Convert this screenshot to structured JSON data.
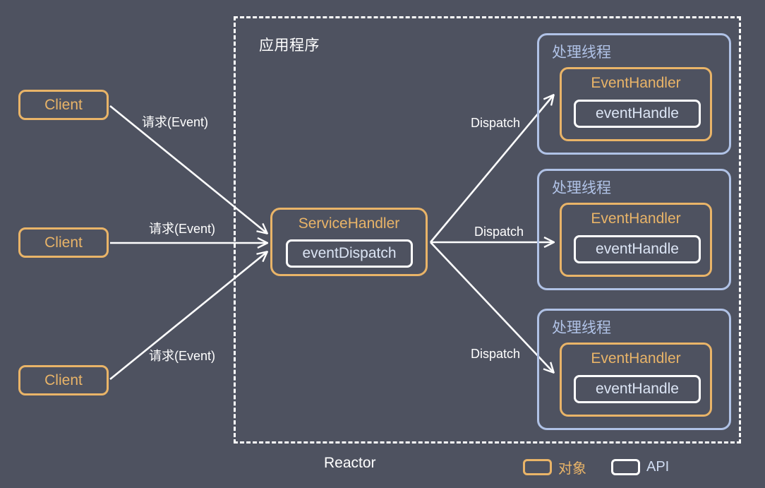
{
  "diagram": {
    "title": "Reactor Pattern Diagram",
    "background_color": "#4e5260",
    "container": {
      "label": "应用程序",
      "bottom_label": "Reactor",
      "border_style": "dashed",
      "border_color": "#ffffff"
    },
    "colors": {
      "object_orange": "#e9b468",
      "api_white": "#ffffff",
      "thread_blue": "#b0c2e6",
      "text_white": "#ffffff"
    },
    "clients": [
      {
        "label": "Client"
      },
      {
        "label": "Client"
      },
      {
        "label": "Client"
      }
    ],
    "service_handler": {
      "title": "ServiceHandler",
      "api": "eventDispatch"
    },
    "threads": [
      {
        "label": "处理线程",
        "handler_title": "EventHandler",
        "handler_api": "eventHandle"
      },
      {
        "label": "处理线程",
        "handler_title": "EventHandler",
        "handler_api": "eventHandle"
      },
      {
        "label": "处理线程",
        "handler_title": "EventHandler",
        "handler_api": "eventHandle"
      }
    ],
    "edges": {
      "request_labels": [
        "请求(Event)",
        "请求(Event)",
        "请求(Event)"
      ],
      "dispatch_labels": [
        "Dispatch",
        "Dispatch",
        "Dispatch"
      ]
    },
    "legend": {
      "items": [
        {
          "label": "对象",
          "swatch": "orange-rounded-box"
        },
        {
          "label": "API",
          "swatch": "white-rounded-box"
        }
      ]
    }
  }
}
